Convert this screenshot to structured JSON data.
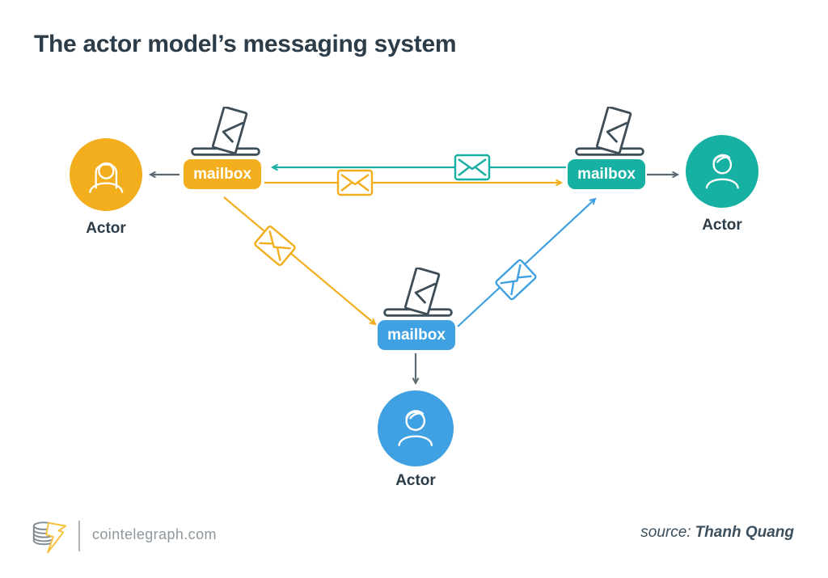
{
  "title": "The actor model’s messaging system",
  "diagram": {
    "nodes": [
      {
        "id": "actor-left",
        "type": "actor",
        "label": "Actor",
        "color": "#f2ae1c",
        "person": "female"
      },
      {
        "id": "mailbox-left",
        "type": "mailbox",
        "label": "mailbox",
        "color": "#f2ae1c"
      },
      {
        "id": "mailbox-right",
        "type": "mailbox",
        "label": "mailbox",
        "color": "#16b1a2"
      },
      {
        "id": "actor-right",
        "type": "actor",
        "label": "Actor",
        "color": "#16b1a2",
        "person": "male"
      },
      {
        "id": "mailbox-center",
        "type": "mailbox",
        "label": "mailbox",
        "color": "#3fa0e2"
      },
      {
        "id": "actor-bottom",
        "type": "actor",
        "label": "Actor",
        "color": "#3fa0e2",
        "person": "male"
      }
    ],
    "edges": [
      {
        "from": "mailbox-left",
        "to": "actor-left",
        "color": "#5c6b74",
        "envelope": false
      },
      {
        "from": "mailbox-right",
        "to": "actor-right",
        "color": "#5c6b74",
        "envelope": false
      },
      {
        "from": "mailbox-center",
        "to": "actor-bottom",
        "color": "#5c6b74",
        "envelope": false
      },
      {
        "from": "mailbox-right",
        "to": "mailbox-left",
        "color": "#16b1a2",
        "envelope": true
      },
      {
        "from": "mailbox-left",
        "to": "mailbox-right",
        "color": "#f2ae1c",
        "envelope": true
      },
      {
        "from": "mailbox-left",
        "to": "mailbox-center",
        "color": "#f2ae1c",
        "envelope": true
      },
      {
        "from": "mailbox-center",
        "to": "mailbox-right",
        "color": "#3fa0e2",
        "envelope": true
      }
    ]
  },
  "footer": {
    "site": "cointelegraph.com",
    "source_label": "source:",
    "source_name": "Thanh Quang"
  },
  "colors": {
    "background": "#ffffff",
    "text_dark": "#2c3c48",
    "yellow": "#f2ae1c",
    "teal": "#16b1a2",
    "blue": "#3fa0e2",
    "arrow_gray": "#5c6b74",
    "icon_outline": "#3e4e59",
    "footer_gray": "#8e989d"
  }
}
